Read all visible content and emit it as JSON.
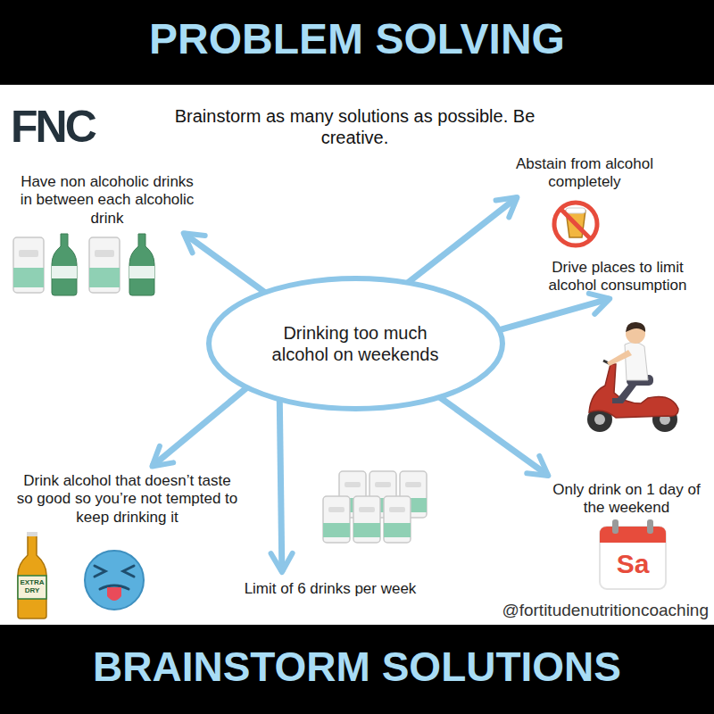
{
  "diagram": {
    "title": "PROBLEM SOLVING",
    "caption": "BRAINSTORM SOLUTIONS",
    "nodes": [
      {
        "text": [
          "Drinking too much alcohol on weekends"
        ]
      },
      {
        "text": [
          "Have non alcoholic drinks in between each alcoholic drink"
        ]
      },
      {
        "text": [
          "Abstain from alcohol completely"
        ]
      },
      {
        "text": [
          "Drive places to limit alcohol consumption"
        ]
      },
      {
        "text": [
          "Drink alcohol that doesn’t taste so good so you’re not tempted to keep drinking it"
        ]
      },
      {
        "text": [
          "Limit of 6 drinks per week"
        ]
      },
      {
        "text": [
          "Only drink on 1 day of the weekend"
        ]
      }
    ],
    "edges": [
      {
        "from": 0,
        "to": 1,
        "arrow": "to"
      },
      {
        "from": 0,
        "to": 2,
        "arrow": "to"
      },
      {
        "from": 0,
        "to": 3,
        "arrow": "to"
      },
      {
        "from": 0,
        "to": 4,
        "arrow": "to"
      },
      {
        "from": 0,
        "to": 5,
        "arrow": "to"
      },
      {
        "from": 0,
        "to": 6,
        "arrow": "to"
      }
    ],
    "labels": [
      "FNC",
      "Brainstorm as many solutions as possible. Be creative.",
      "EXTRA DRY",
      "Sa",
      "@fortitudenutritioncoaching"
    ]
  }
}
